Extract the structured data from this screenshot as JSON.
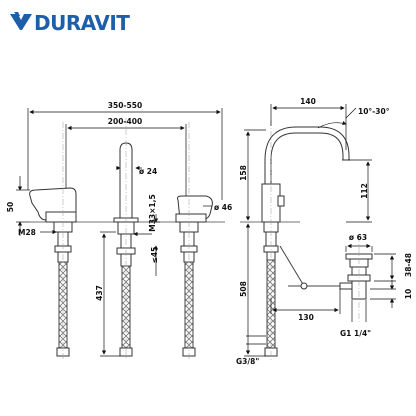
{
  "brand": {
    "name": "DURAVIT",
    "color": "#1d5fa8"
  },
  "dimensions": {
    "overall_width": "350-550",
    "inner_width": "200-400",
    "lever_height": "50",
    "spout_diameter": "ø 24",
    "handle_diameter": "ø 46",
    "thread_m33": "M33×1,5",
    "thread_m28": "M28",
    "hose_length": "437",
    "deck_max": "≤45",
    "spout_reach": "140",
    "swivel_angle": "10°-30°",
    "spout_height": "158",
    "outlet_height": "112",
    "total_height": "508",
    "pipe_diameter": "ø 63",
    "waste_range": "38-48",
    "connection_length": "130",
    "waste_offset": "10",
    "inlet_thread": "G3/8\"",
    "waste_thread": "G1 1/4\""
  },
  "colors": {
    "line": "#333333",
    "dim": "#111111",
    "hose": "#555555"
  }
}
